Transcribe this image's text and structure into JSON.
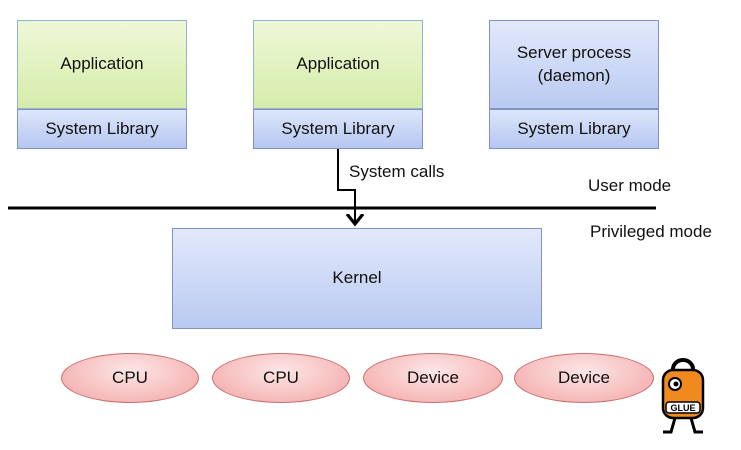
{
  "apps": [
    {
      "label": "Application",
      "library": "System Library"
    },
    {
      "label": "Application",
      "library": "System Library"
    },
    {
      "label": "Server process\n(daemon)",
      "library": "System Library"
    }
  ],
  "syscall_label": "System calls",
  "user_mode_label": "User mode",
  "privileged_mode_label": "Privileged mode",
  "kernel_label": "Kernel",
  "hardware": [
    "CPU",
    "CPU",
    "Device",
    "Device"
  ],
  "mascot_text": "GLUE"
}
